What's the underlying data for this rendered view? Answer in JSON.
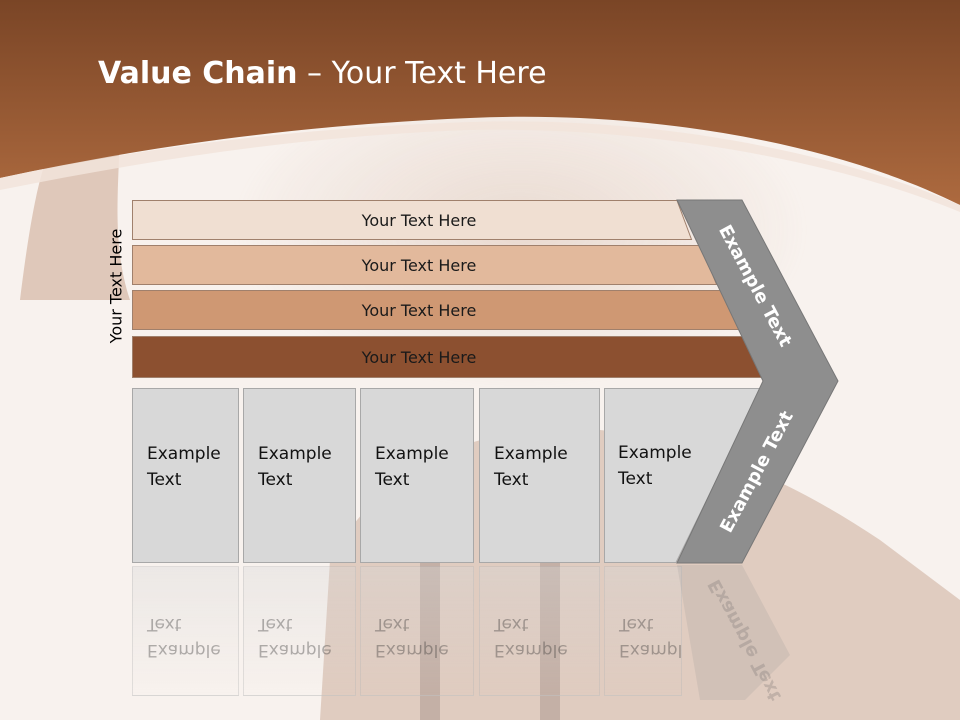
{
  "title": {
    "bold": "Value Chain",
    "rest": " – Your Text Here"
  },
  "side_label": "Your Text Here",
  "rows": [
    {
      "label": "Your Text Here",
      "color": "#f0dfd2"
    },
    {
      "label": "Your Text Here",
      "color": "#e2b99c"
    },
    {
      "label": "Your Text Here",
      "color": "#cf9873"
    },
    {
      "label": "Your Text Here",
      "color": "#8c5030"
    }
  ],
  "boxes": [
    {
      "label": "Example\nText"
    },
    {
      "label": "Example\nText"
    },
    {
      "label": "Example\nText"
    },
    {
      "label": "Example\nText"
    },
    {
      "label": "Example\nText"
    }
  ],
  "chevron": {
    "upper_label": "Example Text",
    "lower_label": "Example Text",
    "color": "#8e8e8e"
  },
  "colors": {
    "header": "#94552e",
    "background": "#f7f1ec"
  }
}
